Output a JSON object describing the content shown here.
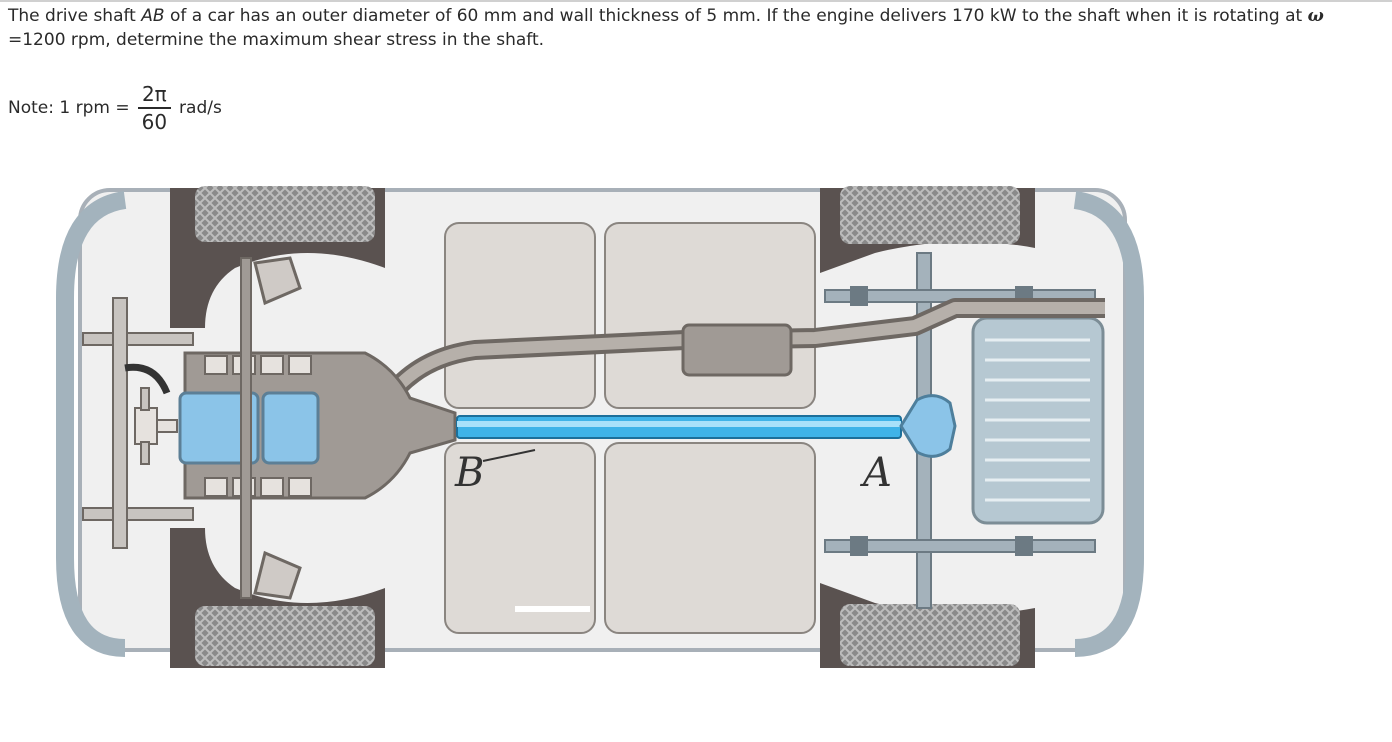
{
  "problem": {
    "p1": "The drive shaft ",
    "ab": "AB",
    "p2": " of a car has an outer diameter of 60 mm and wall thickness of 5 mm. If the engine delivers 170 kW to the shaft when it is rotating at ",
    "omega": "ω",
    "p3": " =1200 rpm, determine the maximum shear stress in the shaft."
  },
  "note": {
    "prefix": "Note: 1 rpm =",
    "numerator": "2π",
    "denominator": "60",
    "suffix": "rad/s"
  },
  "figure": {
    "label_a": "A",
    "label_b": "B",
    "colors": {
      "shaft": "#3fb3e8",
      "body": "#f0f0f0",
      "tire": "#7a7a7a",
      "fender": "#5a5250",
      "engine": "#8bc4e8",
      "frame": "#a09a95"
    }
  }
}
